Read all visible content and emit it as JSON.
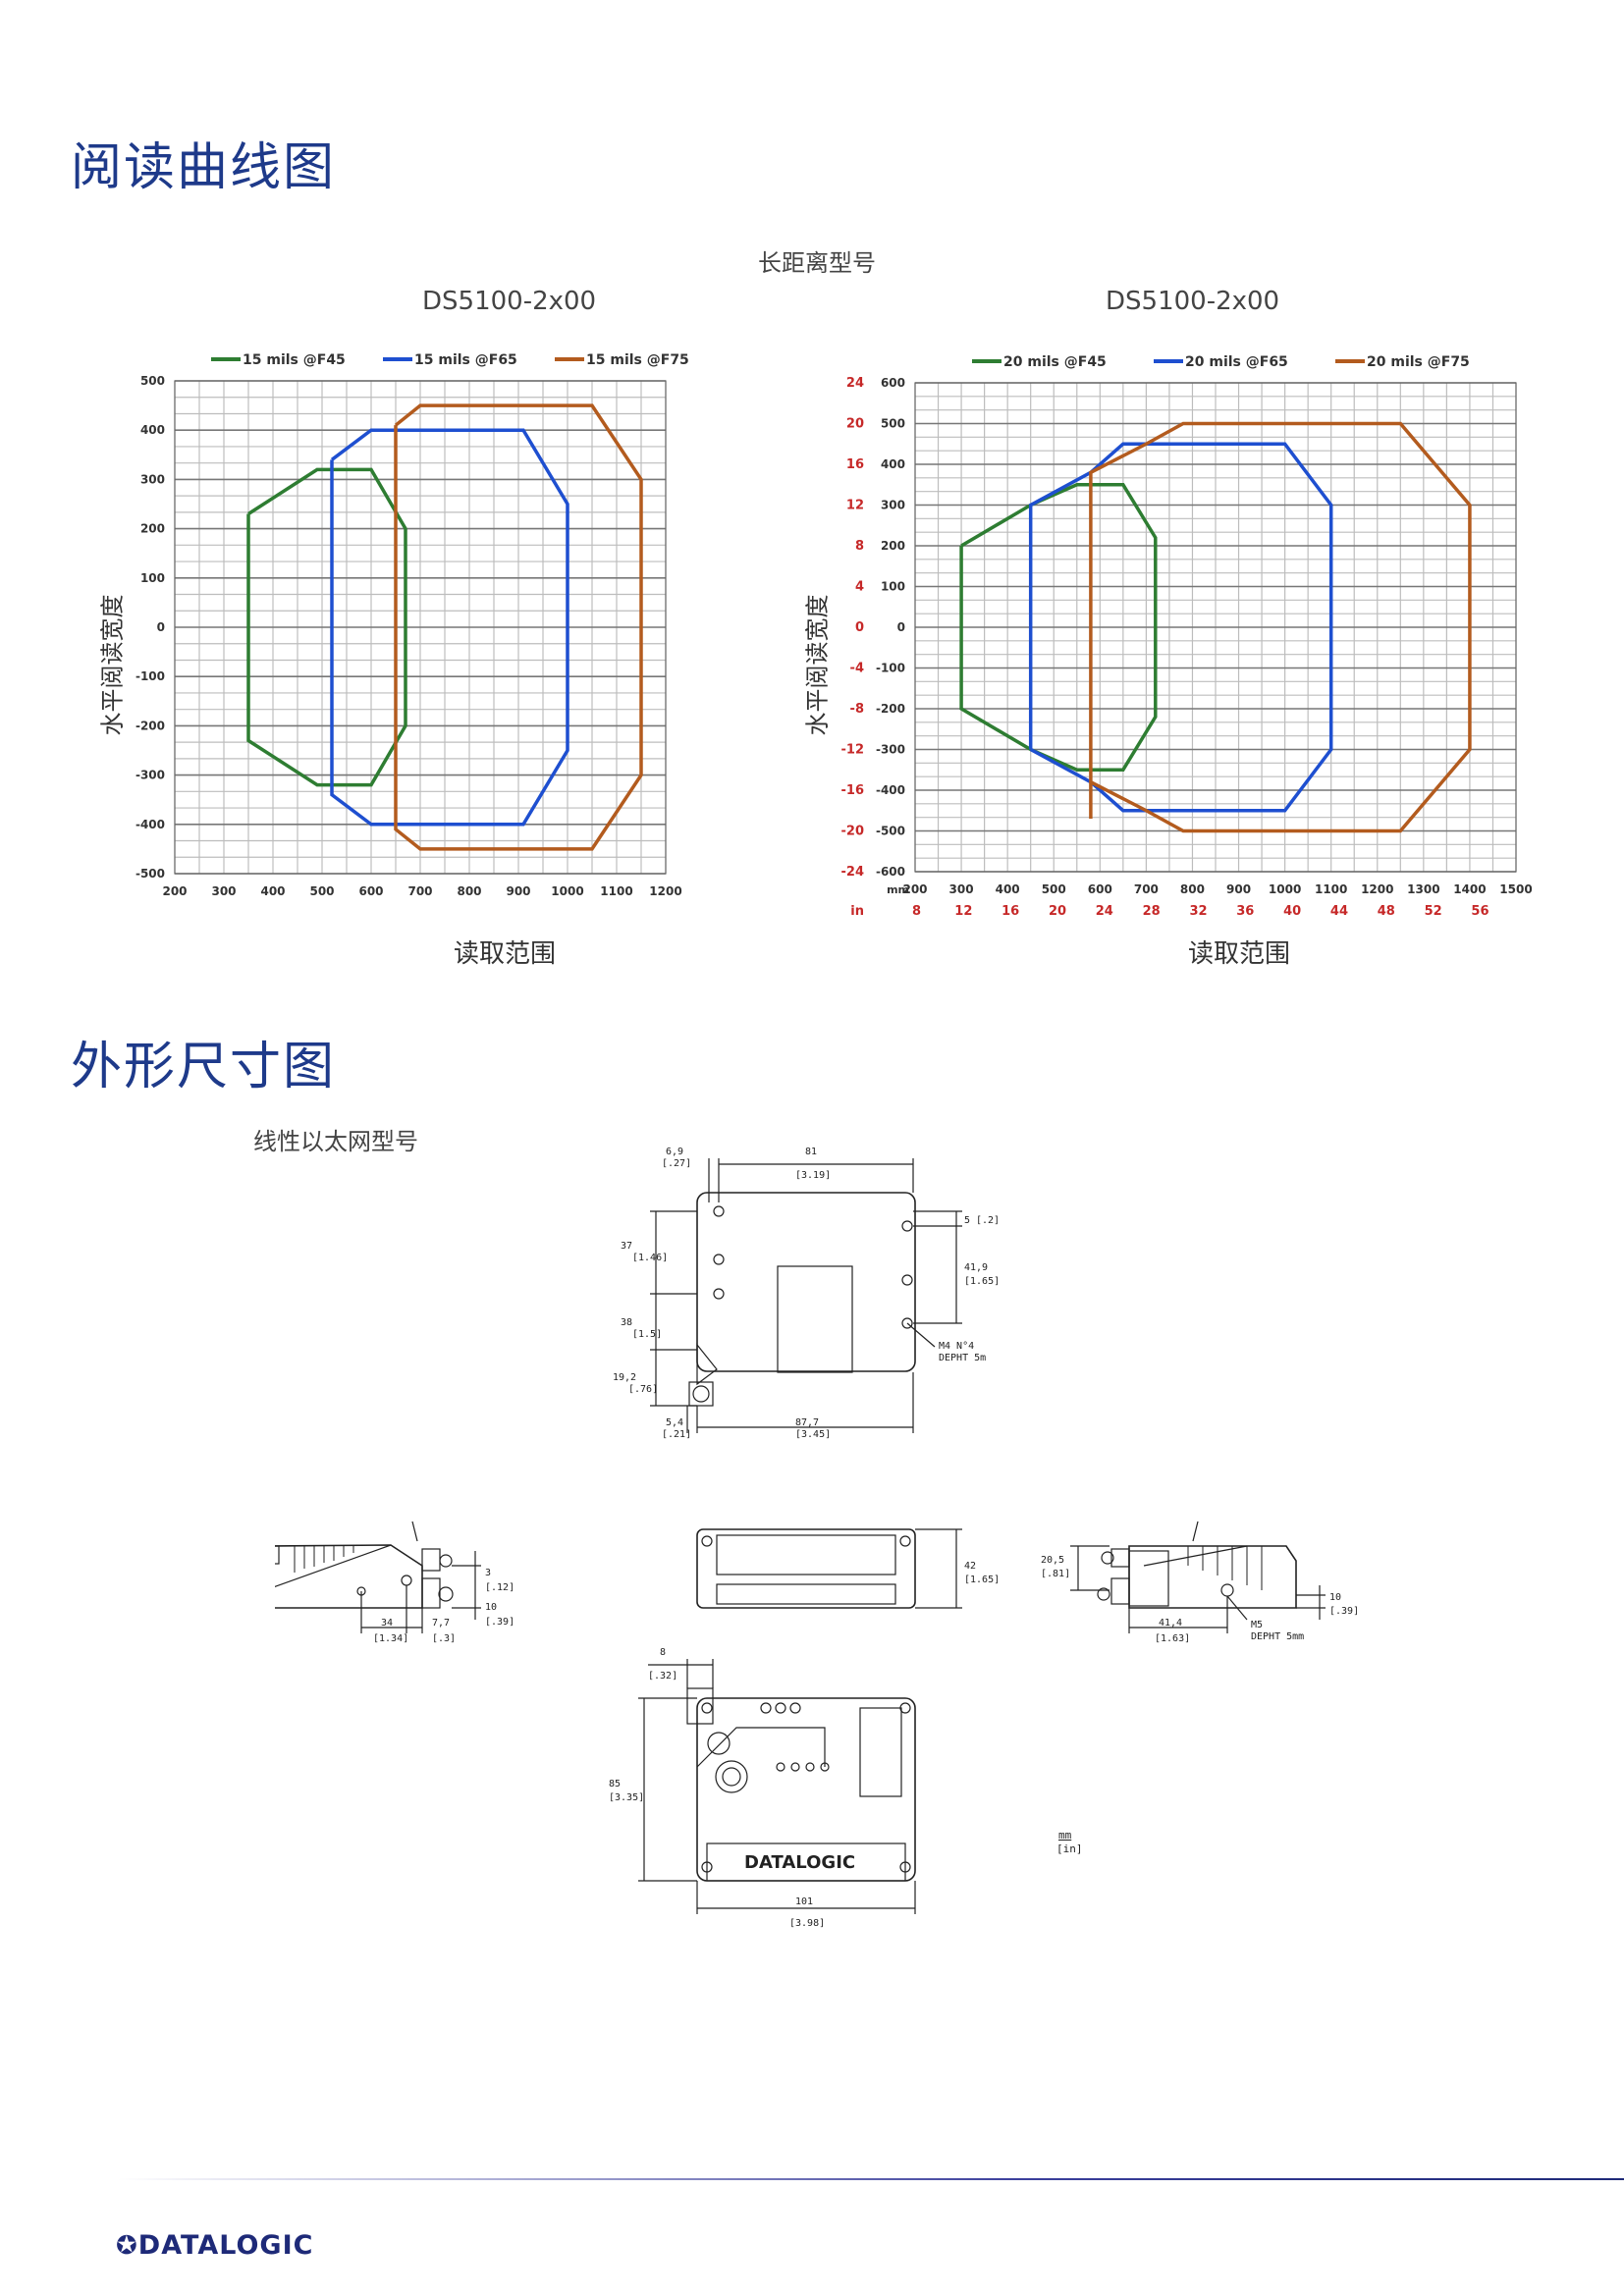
{
  "sections": {
    "reading_curve_title": "阅读曲线图",
    "dimension_title": "外形尺寸图"
  },
  "chart_group_caption": "长距离型号",
  "dimension_caption": "线性以太网型号",
  "units_note": {
    "mm": "mm",
    "in": "[in]"
  },
  "footer_logo": "DATALOGIC",
  "chart_data": [
    {
      "type": "line",
      "title": "DS5100-2x00",
      "xlabel": "读取范围",
      "ylabel": "水平阅读宽度",
      "xlim": [
        200,
        1200
      ],
      "ylim": [
        -500,
        500
      ],
      "x_ticks": [
        200,
        300,
        400,
        500,
        600,
        700,
        800,
        900,
        1000,
        1100,
        1200
      ],
      "y_ticks": [
        500,
        400,
        300,
        200,
        100,
        0,
        -100,
        -200,
        -300,
        -400,
        -500
      ],
      "legend_position": "top",
      "series": [
        {
          "name": "15 mils @F45",
          "color": "#2e7d32",
          "points": [
            [
              350,
              230
            ],
            [
              490,
              320
            ],
            [
              600,
              320
            ],
            [
              670,
              200
            ],
            [
              670,
              -200
            ],
            [
              600,
              -320
            ],
            [
              490,
              -320
            ],
            [
              350,
              -230
            ],
            [
              350,
              230
            ]
          ]
        },
        {
          "name": "15 mils @F65",
          "color": "#1e4fd0",
          "points": [
            [
              520,
              340
            ],
            [
              600,
              400
            ],
            [
              910,
              400
            ],
            [
              1000,
              250
            ],
            [
              1000,
              -250
            ],
            [
              910,
              -400
            ],
            [
              600,
              -400
            ],
            [
              520,
              -340
            ],
            [
              520,
              340
            ]
          ]
        },
        {
          "name": "15 mils @F75",
          "color": "#b35b1e",
          "points": [
            [
              650,
              410
            ],
            [
              700,
              450
            ],
            [
              1050,
              450
            ],
            [
              1150,
              300
            ],
            [
              1150,
              -300
            ],
            [
              1050,
              -450
            ],
            [
              700,
              -450
            ],
            [
              650,
              -410
            ],
            [
              650,
              410
            ]
          ]
        }
      ]
    },
    {
      "type": "line",
      "title": "DS5100-2x00",
      "xlabel": "读取范围",
      "ylabel": "水平阅读宽度",
      "xlim": [
        200,
        1500
      ],
      "ylim": [
        -600,
        600
      ],
      "x_ticks": [
        200,
        300,
        400,
        500,
        600,
        700,
        800,
        900,
        1000,
        1100,
        1200,
        1300,
        1400,
        1500
      ],
      "x_ticks_in": [
        8,
        12,
        16,
        20,
        24,
        28,
        32,
        36,
        40,
        44,
        48,
        52,
        56
      ],
      "x_unit_mm": "mm",
      "x_unit_in": "in",
      "y_ticks": [
        600,
        500,
        400,
        300,
        200,
        100,
        0,
        -100,
        -200,
        -300,
        -400,
        -500,
        -600
      ],
      "y_ticks_in": [
        24,
        20,
        16,
        12,
        8,
        4,
        0,
        -4,
        -8,
        -12,
        -16,
        -20,
        -24
      ],
      "legend_position": "top",
      "series": [
        {
          "name": "20 mils @F45",
          "color": "#2e7d32",
          "points": [
            [
              300,
              200
            ],
            [
              450,
              300
            ],
            [
              550,
              350
            ],
            [
              650,
              350
            ],
            [
              720,
              220
            ],
            [
              720,
              -220
            ],
            [
              650,
              -350
            ],
            [
              550,
              -350
            ],
            [
              450,
              -300
            ],
            [
              300,
              -200
            ],
            [
              300,
              200
            ]
          ]
        },
        {
          "name": "20 mils @F65",
          "color": "#1e4fd0",
          "points": [
            [
              450,
              300
            ],
            [
              450,
              -300
            ],
            [
              450,
              300
            ],
            [
              580,
              380
            ],
            [
              650,
              450
            ],
            [
              1000,
              450
            ],
            [
              1100,
              300
            ],
            [
              1100,
              -300
            ],
            [
              1000,
              -450
            ],
            [
              650,
              -450
            ],
            [
              580,
              -380
            ],
            [
              450,
              -300
            ]
          ]
        },
        {
          "name": "20 mils @F75",
          "color": "#b35b1e",
          "points": [
            [
              580,
              -470
            ],
            [
              580,
              380
            ],
            [
              700,
              450
            ],
            [
              780,
              500
            ],
            [
              1250,
              500
            ],
            [
              1400,
              300
            ],
            [
              1400,
              -300
            ],
            [
              1250,
              -500
            ],
            [
              780,
              -500
            ],
            [
              700,
              -450
            ],
            [
              580,
              -380
            ]
          ]
        }
      ]
    }
  ],
  "dimensions": {
    "top_view": {
      "d1": "6,9",
      "d1_in": "[.27]",
      "d2": "81",
      "d2_in": "[3.19]",
      "d3": "37",
      "d3_in": "[1.46]",
      "d4": "38",
      "d4_in": "[1.5]",
      "d5": "19,2",
      "d5_in": "[.76]",
      "d6": "5",
      "d6_in": "[.2]",
      "d7": "41,9",
      "d7_in": "[1.65]",
      "d8": "5,4",
      "d8_in": "[.21]",
      "d9": "87,7",
      "d9_in": "[3.45]",
      "note1": "M4 N°4",
      "note2": "DEPHT 5m"
    },
    "left_view": {
      "d1": "34",
      "d1_in": "[1.34]",
      "d2": "7,7",
      "d2_in": "[.3]",
      "d3": "3",
      "d3_in": "[.12]",
      "d4": "10",
      "d4_in": "[.39]"
    },
    "front_view": {
      "d1": "42",
      "d1_in": "[1.65]"
    },
    "right_view": {
      "d1": "20,5",
      "d1_in": "[.81]",
      "d2": "41,4",
      "d2_in": "[1.63]",
      "d3": "10",
      "d3_in": "[.39]",
      "note1": "M5",
      "note2": "DEPHT 5mm"
    },
    "bottom_view": {
      "d1": "8",
      "d1_in": "[.32]",
      "d2": "85",
      "d2_in": "[3.35]",
      "d3": "101",
      "d3_in": "[3.98]",
      "brand": "DATALOGIC"
    }
  }
}
